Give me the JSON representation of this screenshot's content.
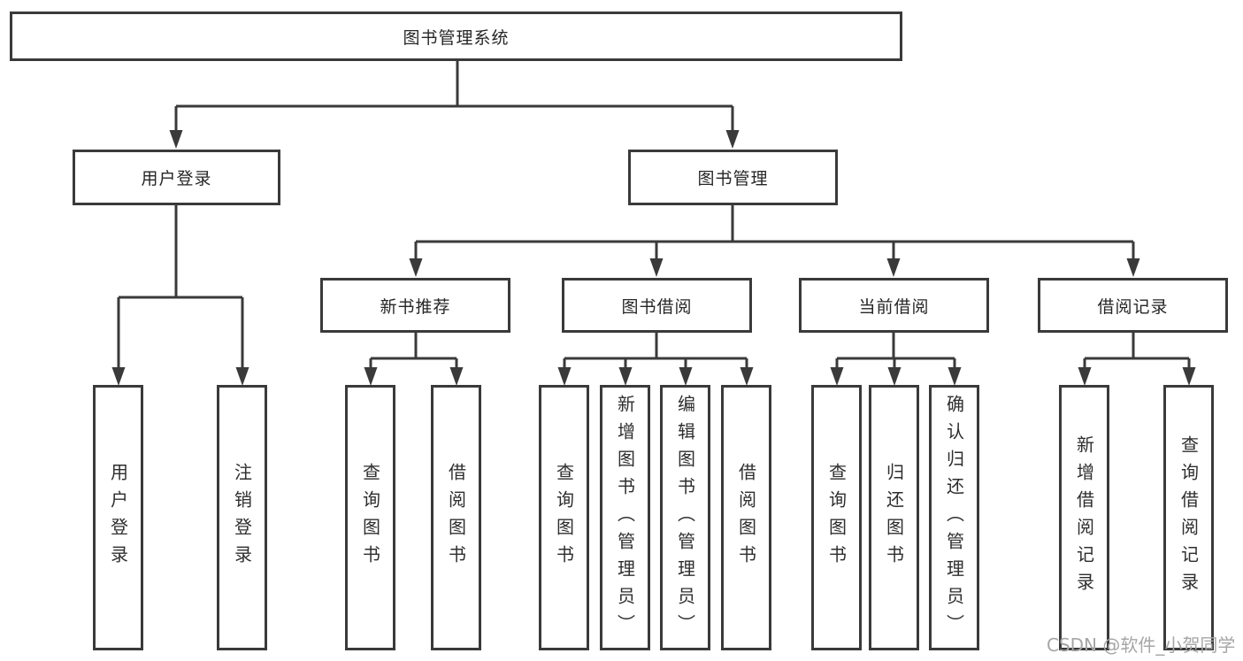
{
  "colors": {
    "line": "#3a3a3a",
    "box_border": "#3a3a3a",
    "box_fill": "#ffffff",
    "text": "#2e2e2e",
    "watermark": "#a6a6a6",
    "background": "#ffffff"
  },
  "watermark": {
    "text": "CSDN @软件_小贺同学"
  },
  "tree": {
    "label": "图书管理系统",
    "children": [
      {
        "label": "用户登录",
        "children": [
          {
            "label": "用户登录"
          },
          {
            "label": "注销登录"
          }
        ]
      },
      {
        "label": "图书管理",
        "children": [
          {
            "label": "新书推荐",
            "children": [
              {
                "label": "查询图书"
              },
              {
                "label": "借阅图书"
              }
            ]
          },
          {
            "label": "图书借阅",
            "children": [
              {
                "label": "查询图书"
              },
              {
                "label": "新增图书（管理员）"
              },
              {
                "label": "编辑图书（管理员）"
              },
              {
                "label": "借阅图书"
              }
            ]
          },
          {
            "label": "当前借阅",
            "children": [
              {
                "label": "查询图书"
              },
              {
                "label": "归还图书"
              },
              {
                "label": "确认归还（管理员）"
              }
            ]
          },
          {
            "label": "借阅记录",
            "children": [
              {
                "label": "新增借阅记录"
              },
              {
                "label": "查询借阅记录"
              }
            ]
          }
        ]
      }
    ]
  }
}
